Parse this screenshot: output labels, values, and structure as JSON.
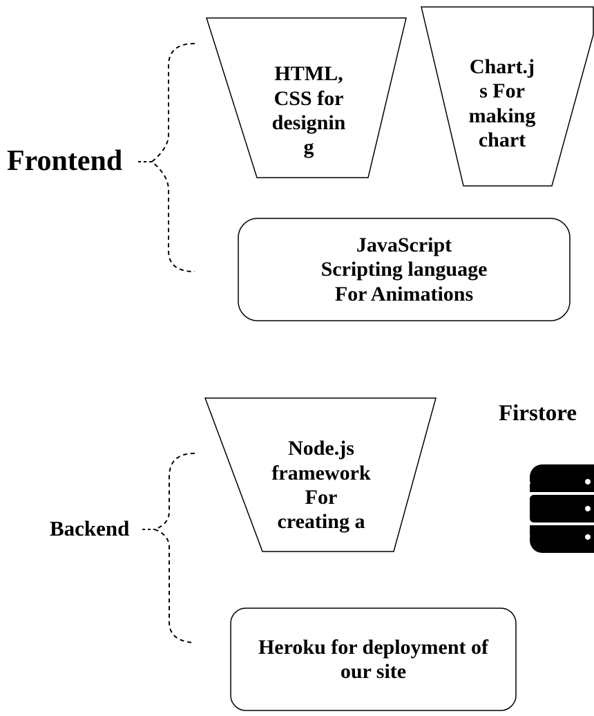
{
  "frontend": {
    "label": "Frontend",
    "shapes": [
      {
        "name": "html-css-shape",
        "text": "HTML,\nCSS for\ndesignin\ng"
      },
      {
        "name": "chartjs-shape",
        "text": "Chart.j\ns For\nmaking\nchart"
      },
      {
        "name": "javascript-box",
        "text": "JavaScript\nScripting language\nFor Animations"
      }
    ]
  },
  "backend": {
    "label": "Backend",
    "shapes": [
      {
        "name": "nodejs-shape",
        "text": "Node.js\nframework\nFor\ncreating a"
      },
      {
        "name": "heroku-box",
        "text": "Heroku for deployment of\nour site"
      }
    ]
  },
  "database": {
    "label": "Firstore",
    "icon": "database-icon"
  }
}
